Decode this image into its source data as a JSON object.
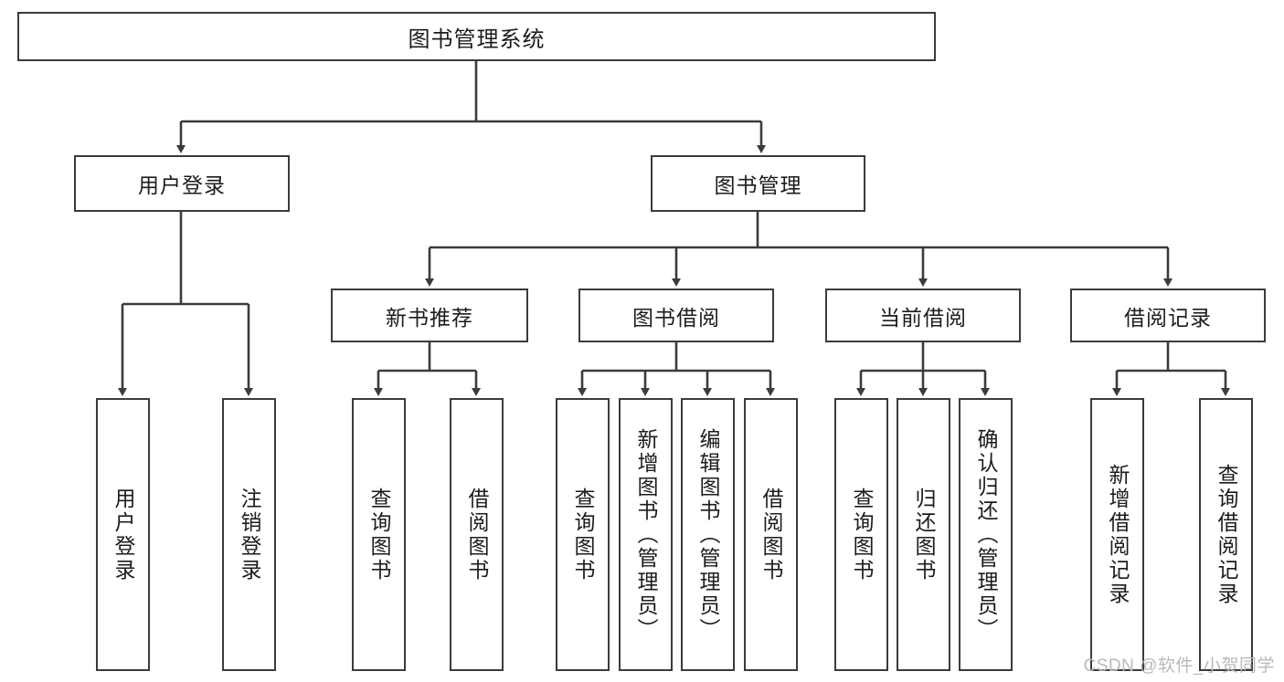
{
  "diagram": {
    "type": "tree",
    "title": "图书管理系统",
    "root": {
      "label": "图书管理系统"
    },
    "level2": [
      {
        "label": "用户登录"
      },
      {
        "label": "图书管理"
      }
    ],
    "level3": [
      {
        "label": "新书推荐"
      },
      {
        "label": "图书借阅"
      },
      {
        "label": "当前借阅"
      },
      {
        "label": "借阅记录"
      }
    ],
    "leaves": {
      "user_login": [
        {
          "label": "用户登录"
        },
        {
          "label": "注销登录"
        }
      ],
      "new_book_recommend": [
        {
          "label": "查询图书"
        },
        {
          "label": "借阅图书"
        }
      ],
      "book_borrow": [
        {
          "label": "查询图书"
        },
        {
          "label": "新增图书（管理员）"
        },
        {
          "label": "编辑图书（管理员）"
        },
        {
          "label": "借阅图书"
        }
      ],
      "current_borrow": [
        {
          "label": "查询图书"
        },
        {
          "label": "归还图书"
        },
        {
          "label": "确认归还（管理员）"
        }
      ],
      "borrow_record": [
        {
          "label": "新增借阅记录"
        },
        {
          "label": "查询借阅记录"
        }
      ]
    },
    "colors": {
      "box_border": "#3b3b3b",
      "box_fill": "#ffffff",
      "connector": "#3b3b3b",
      "text": "#1c1c1c",
      "watermark": "#b9b9b9"
    }
  },
  "watermark": {
    "text": "CSDN @软件_小贺同学"
  }
}
